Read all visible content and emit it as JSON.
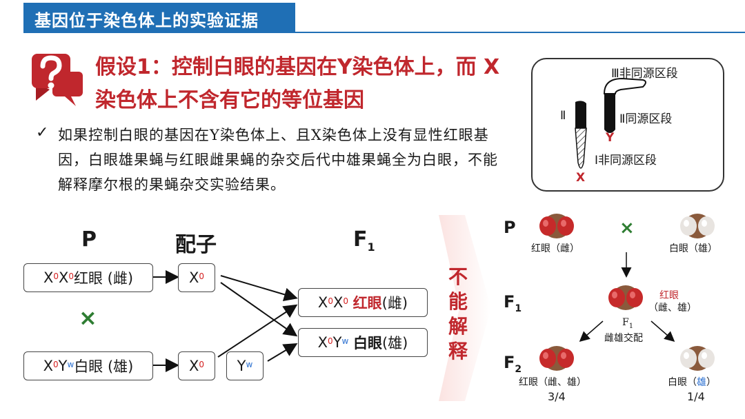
{
  "header": {
    "title": "基因位于染色体上的实验证据"
  },
  "hypothesis": {
    "prefix": "假设1：",
    "text_line1": "控制白眼的基因在Y染色体上，而 X",
    "text_line2": "染色体上不含有它的等位基因"
  },
  "explanation": {
    "check": "✓",
    "text": "如果控制白眼的基因在Y染色体上、且X染色体上没有显性红眼基因，白眼雄果蝇与红眼雌果蝇的杂交后代中雄果蝇全为白眼，不能解释摩尔根的果蝇杂交实验结果。"
  },
  "chromosome_diagram": {
    "label_III": "Ⅲ非同源区段",
    "label_II_left": "Ⅱ",
    "label_II_right": "Ⅱ同源区段",
    "label_I": "Ⅰ非同源区段",
    "label_X": "X",
    "label_Y": "Y"
  },
  "cross_diagram": {
    "col_P": "P",
    "col_gamete": "配子",
    "col_F1": "F",
    "col_F1_sub": "1",
    "cross_symbol": "×",
    "parent_female": {
      "g1": "X",
      "s1": "0",
      "g2": "X",
      "s2": "0",
      "trait": " 红眼 (雌)"
    },
    "parent_male": {
      "g1": "X",
      "s1": "0",
      "g2": "Y",
      "s2": "w",
      "trait": " 白眼 (雄)"
    },
    "gamete_female": {
      "g": "X",
      "s": "0"
    },
    "gamete_male_x": {
      "g": "X",
      "s": "0"
    },
    "gamete_male_y": {
      "g": "Y",
      "s": "w"
    },
    "offspring_female": {
      "g1": "X",
      "s1": "0",
      "g2": "X",
      "s2": "0",
      "trait": "红眼",
      "sex": " (雌)"
    },
    "offspring_male": {
      "g1": "X",
      "s1": "0",
      "g2": "Y",
      "s2": "w",
      "trait": "白眼",
      "sex": " (雄)"
    }
  },
  "cannot_explain": {
    "text": "不能解释"
  },
  "experiment": {
    "P": "P",
    "F1": "F",
    "F1_sub": "1",
    "F2": "F",
    "F2_sub": "2",
    "cross": "×",
    "p_red_label": "红眼（雌）",
    "p_white_label": "白眼（雄）",
    "f1_trait": "红眼",
    "f1_sex": "（雌、雄）",
    "f1_mating_line1": "F",
    "f1_mating_sub": "1",
    "f1_mating_line2": "雌雄交配",
    "f2_red_label": "红眼（雌、雄）",
    "f2_white_prefix": "白眼（",
    "f2_white_sex": "雄",
    "f2_white_suffix": "）",
    "f2_red_ratio": "3/4",
    "f2_white_ratio": "1/4"
  },
  "colors": {
    "header": "#1f6fb5",
    "accent_red": "#c0272d",
    "hyp_blue": "#1f3e7a",
    "cross_green": "#2e7d32",
    "allele_blue": "#2a6fd0"
  }
}
